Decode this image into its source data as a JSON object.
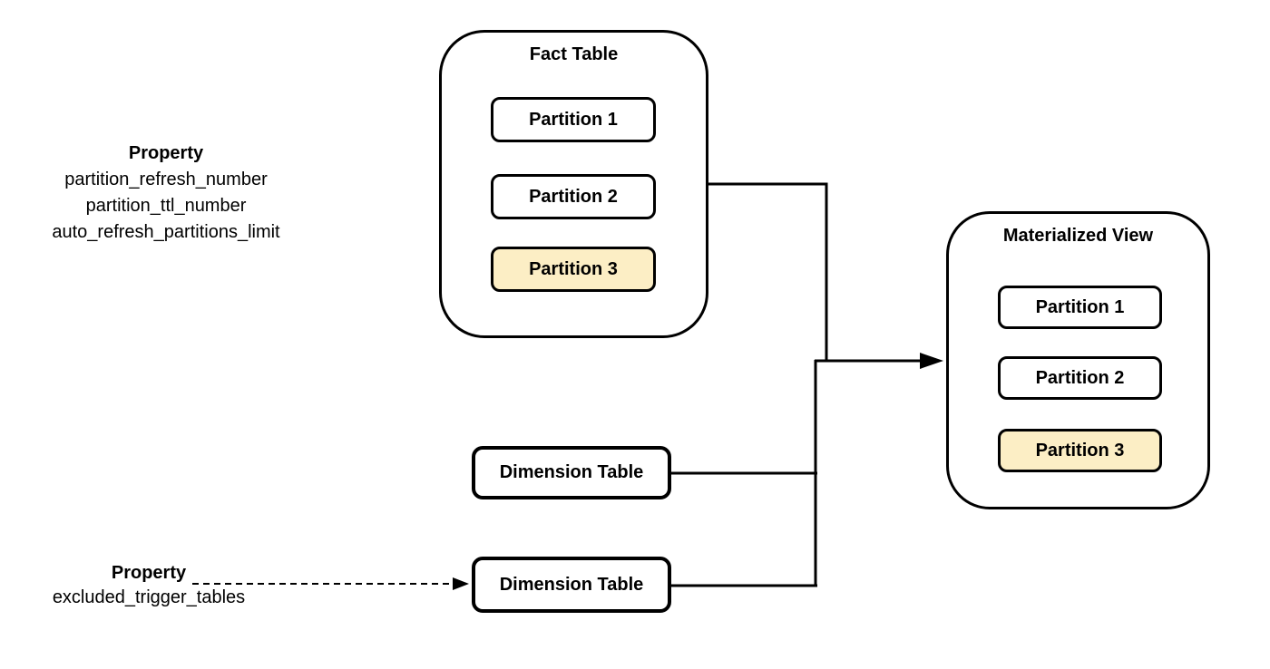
{
  "diagram": {
    "background_color": "#ffffff",
    "stroke_color": "#000000",
    "highlight_fill": "#FCEEC5",
    "fact_table": {
      "title": "Fact Table",
      "partitions": [
        {
          "label": "Partition 1",
          "highlighted": false
        },
        {
          "label": "Partition 2",
          "highlighted": false
        },
        {
          "label": "Partition 3",
          "highlighted": true
        }
      ]
    },
    "materialized_view": {
      "title": "Materialized View",
      "partitions": [
        {
          "label": "Partition 1",
          "highlighted": false
        },
        {
          "label": "Partition 2",
          "highlighted": false
        },
        {
          "label": "Partition 3",
          "highlighted": true
        }
      ]
    },
    "dimension_tables": [
      {
        "label": "Dimension Table"
      },
      {
        "label": "Dimension Table"
      }
    ],
    "property_notes": [
      {
        "title": "Property",
        "lines": [
          "partition_refresh_number",
          "partition_ttl_number",
          "auto_refresh_partitions_limit"
        ]
      },
      {
        "title": "Property",
        "lines": [
          "excluded_trigger_tables"
        ]
      }
    ]
  }
}
